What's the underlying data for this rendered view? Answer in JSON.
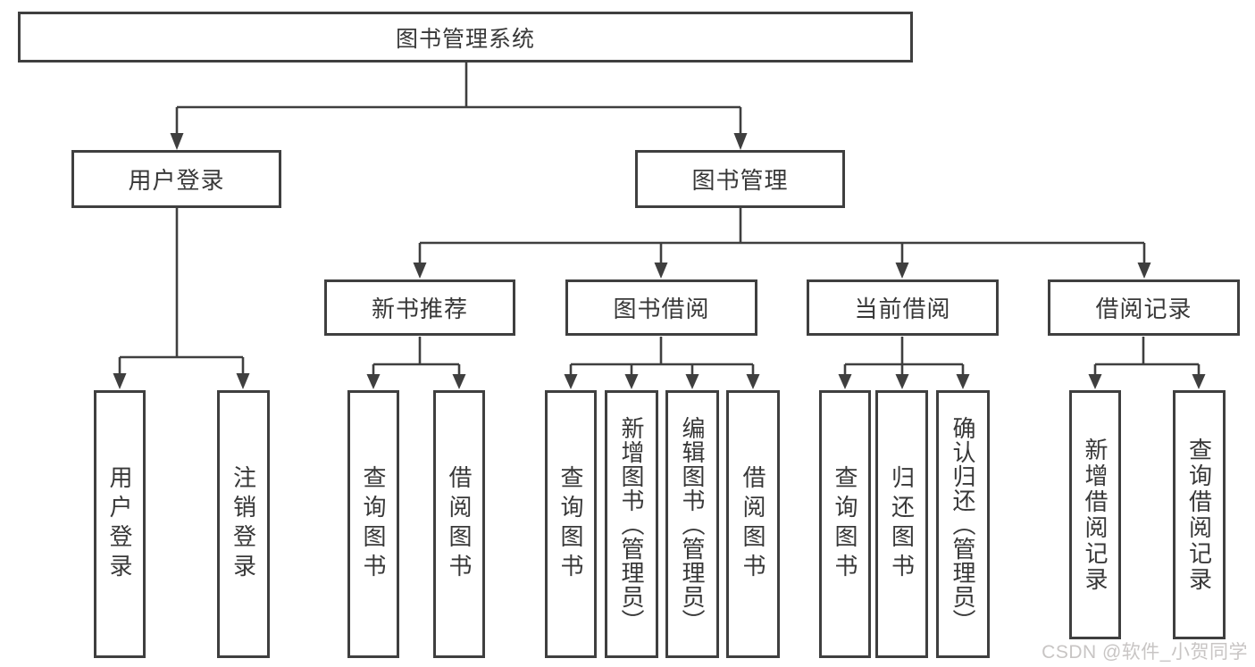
{
  "diagram": {
    "root": {
      "label": "图书管理系统",
      "children": [
        {
          "label": "用户登录",
          "children": [
            {
              "label": "用户登录"
            },
            {
              "label": "注销登录"
            }
          ]
        },
        {
          "label": "图书管理",
          "children": [
            {
              "label": "新书推荐",
              "children": [
                {
                  "label": "查询图书"
                },
                {
                  "label": "借阅图书"
                }
              ]
            },
            {
              "label": "图书借阅",
              "children": [
                {
                  "label": "查询图书"
                },
                {
                  "label": "新增图书（管理员）"
                },
                {
                  "label": "编辑图书（管理员）"
                },
                {
                  "label": "借阅图书"
                }
              ]
            },
            {
              "label": "当前借阅",
              "children": [
                {
                  "label": "查询图书"
                },
                {
                  "label": "归还图书"
                },
                {
                  "label": "确认归还（管理员）"
                }
              ]
            },
            {
              "label": "借阅记录",
              "children": [
                {
                  "label": "新增借阅记录"
                },
                {
                  "label": "查询借阅记录"
                }
              ]
            }
          ]
        }
      ]
    }
  },
  "watermark": {
    "text": "CSDN @软件_小贺同学"
  },
  "colors": {
    "line": "#3f3f3f",
    "text": "#383838",
    "watermark": "#c8c5c4",
    "background": "#ffffff"
  }
}
